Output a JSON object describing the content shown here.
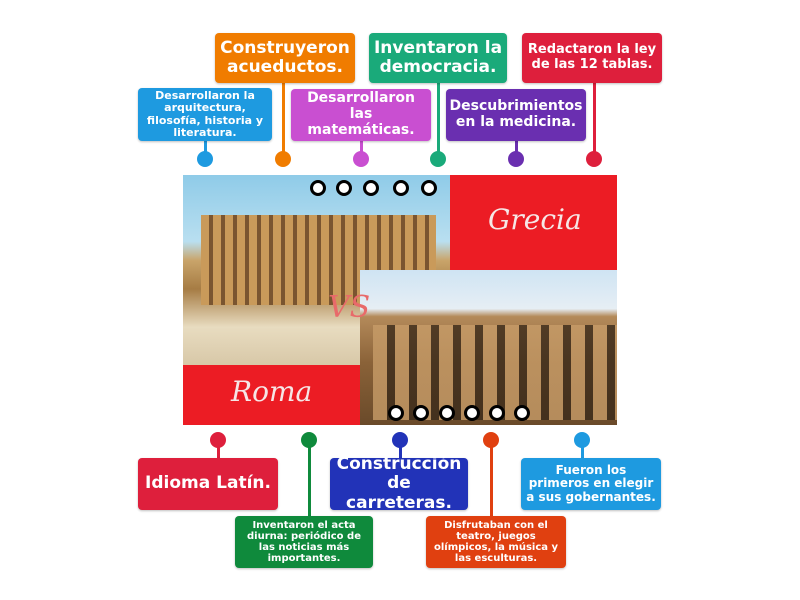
{
  "title": "Grecia VS Roma",
  "image": {
    "grecia_label": "Grecia",
    "roma_label": "Roma",
    "vs_label": "VS"
  },
  "labels_top": [
    {
      "text": "Desarrollaron la arquitectura, filosofía, historia y literatura.",
      "color": "#1e9ae0"
    },
    {
      "text": "Construyeron acueductos.",
      "color": "#f07c00"
    },
    {
      "text": "Desarrollaron las matemáticas.",
      "color": "#c94fd1"
    },
    {
      "text": "Inventaron la democracia.",
      "color": "#1aaa7a"
    },
    {
      "text": "Descubrimientos en la medicina.",
      "color": "#6a2fb0"
    },
    {
      "text": "Redactaron la ley de las 12 tablas.",
      "color": "#de1f3c"
    }
  ],
  "labels_bottom": [
    {
      "text": "Idioma Latín.",
      "color": "#de1f3c"
    },
    {
      "text": "Inventaron el acta diurna: periódico de las noticias más importantes.",
      "color": "#0f8a3c"
    },
    {
      "text": "Construcción de carreteras.",
      "color": "#2233b8"
    },
    {
      "text": "Disfrutaban con el teatro, juegos olímpicos, la música y las esculturas.",
      "color": "#e04010"
    },
    {
      "text": "Fueron los primeros en elegir a sus gobernantes.",
      "color": "#1e9ae0"
    }
  ]
}
